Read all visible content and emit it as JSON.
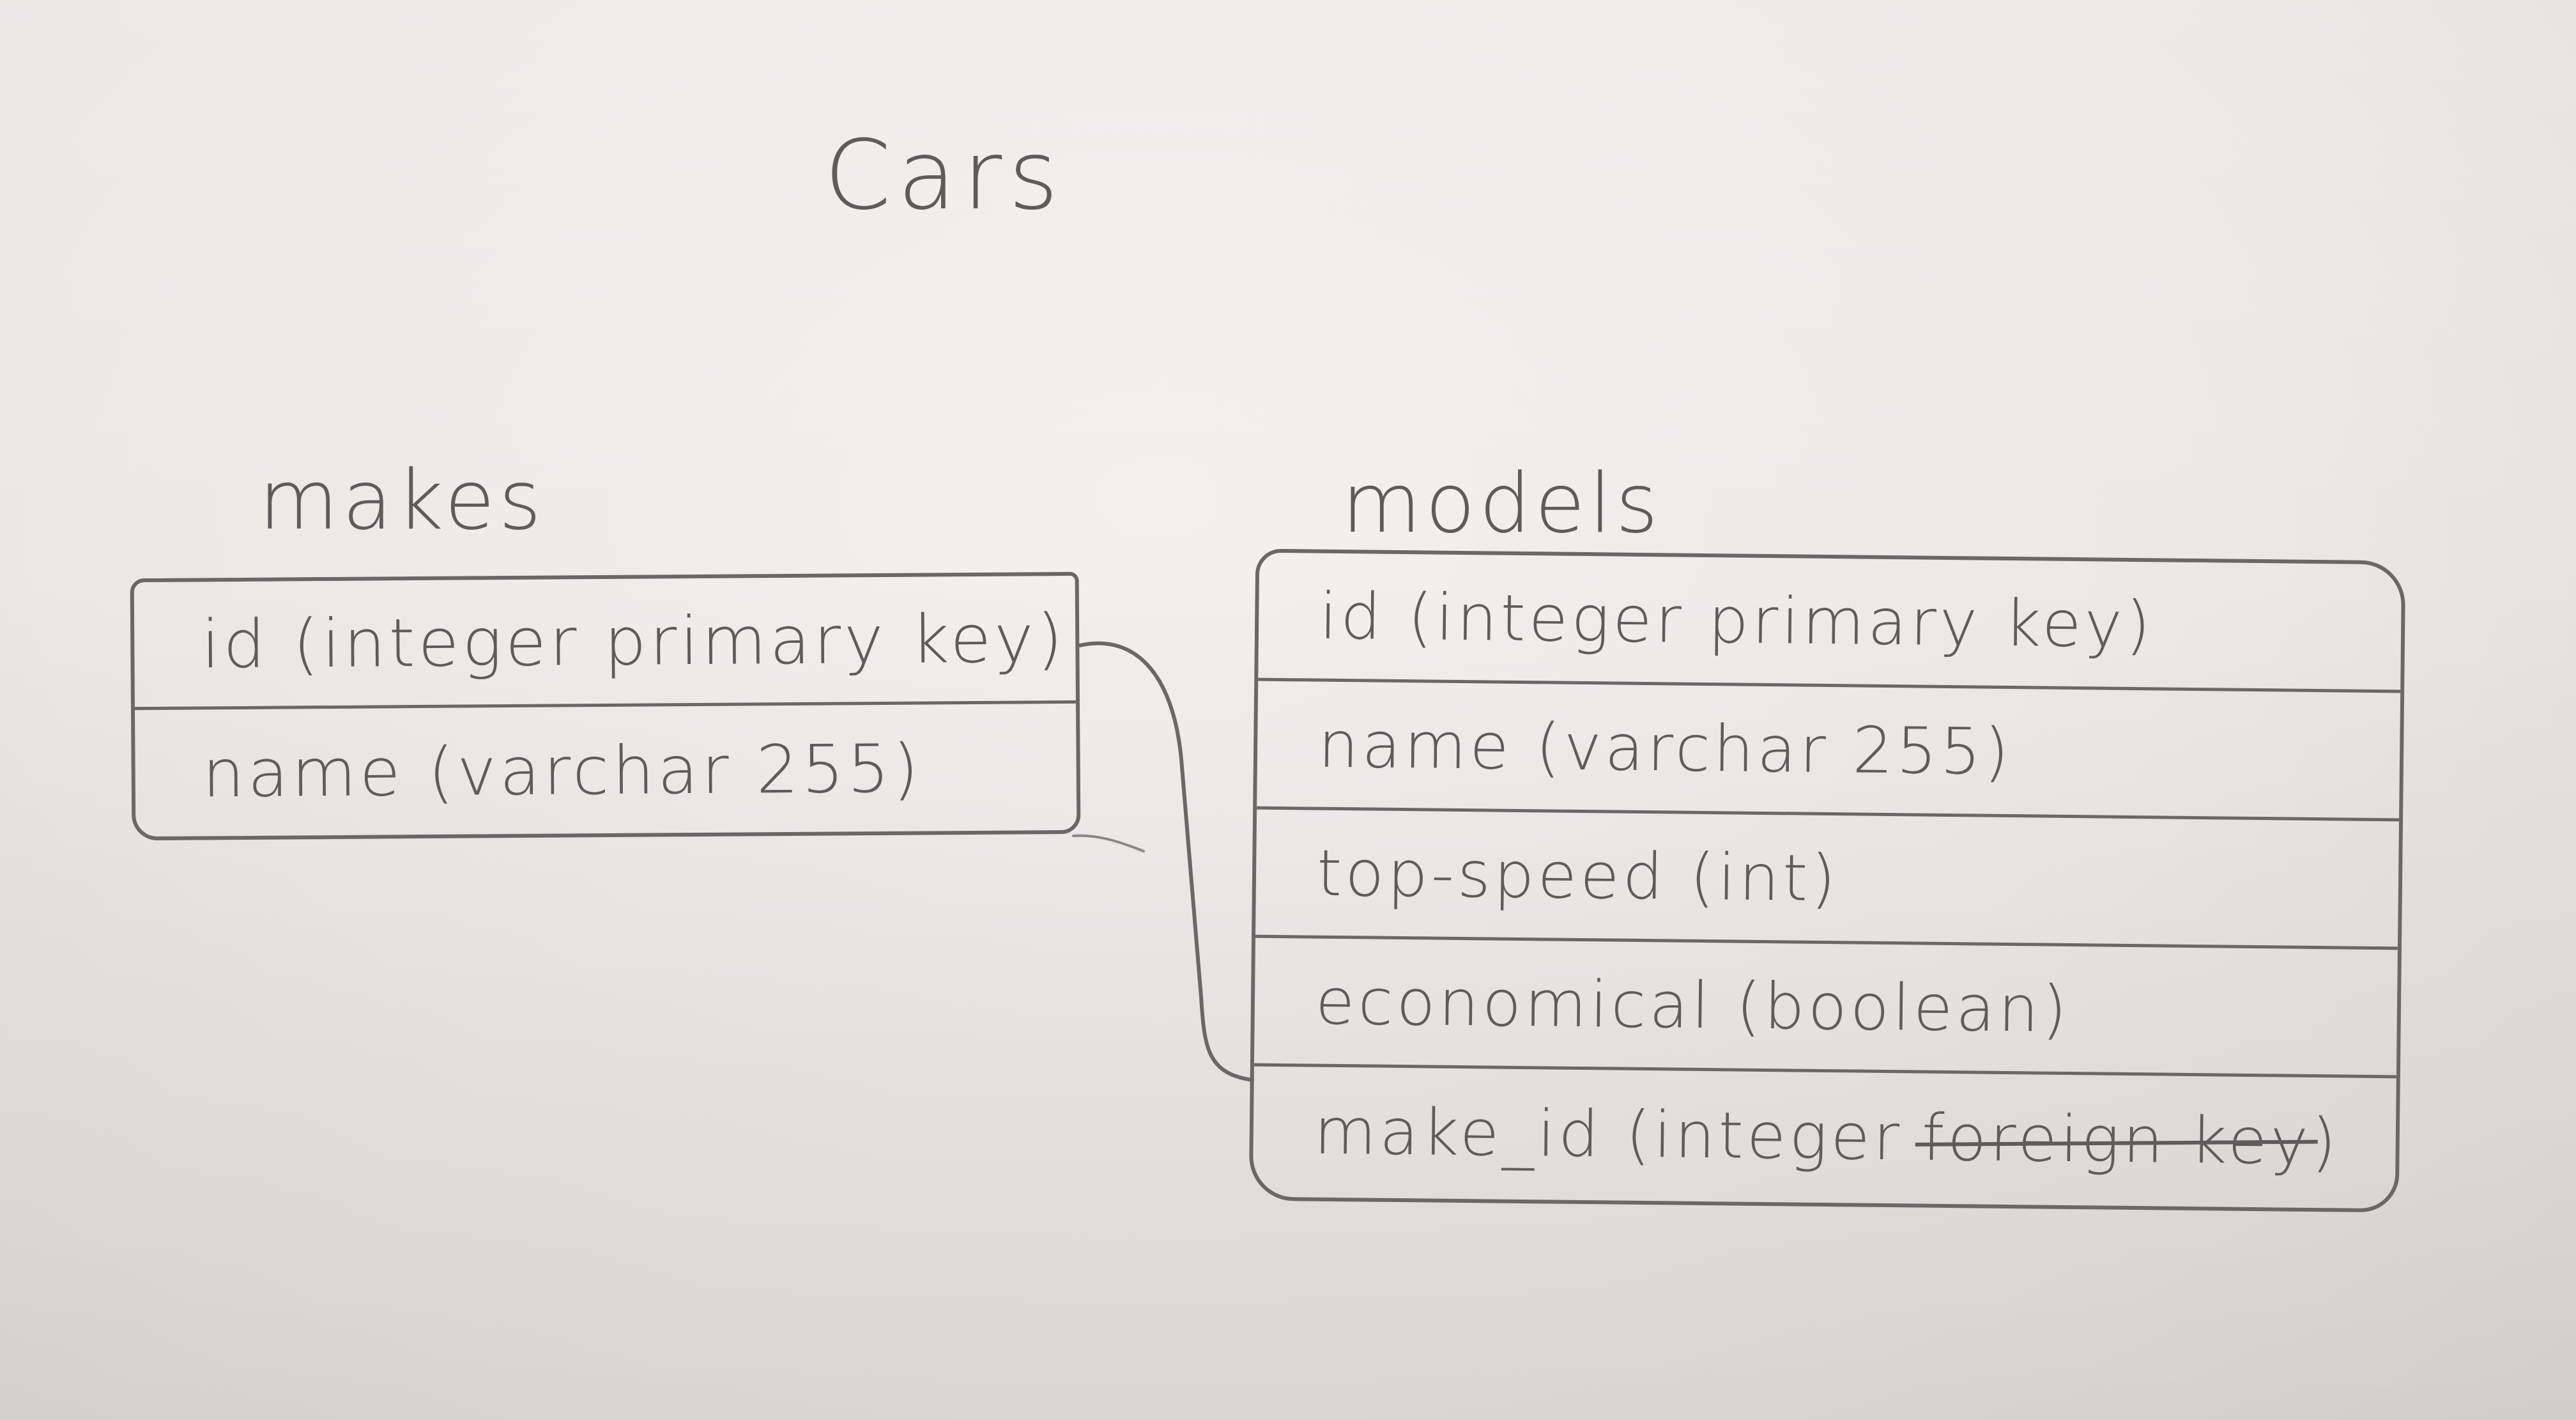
{
  "diagram": {
    "title": "Cars",
    "tables": [
      {
        "name": "makes",
        "fields": [
          {
            "text": "id (integer primary key)"
          },
          {
            "text": "name (varchar 255)"
          }
        ]
      },
      {
        "name": "models",
        "fields": [
          {
            "text": "id (integer primary key)"
          },
          {
            "text": "name (varchar 255)"
          },
          {
            "text": "top-speed (int)"
          },
          {
            "text": "economical (boolean)"
          },
          {
            "text": "make_id (integer",
            "struck": "foreign key",
            "closing": ")"
          }
        ]
      }
    ],
    "relationship": {
      "from": "makes.id",
      "to": "models.make_id"
    },
    "colors": {
      "ink": "#5e5c5a",
      "paper": "#ebe8e3"
    }
  }
}
